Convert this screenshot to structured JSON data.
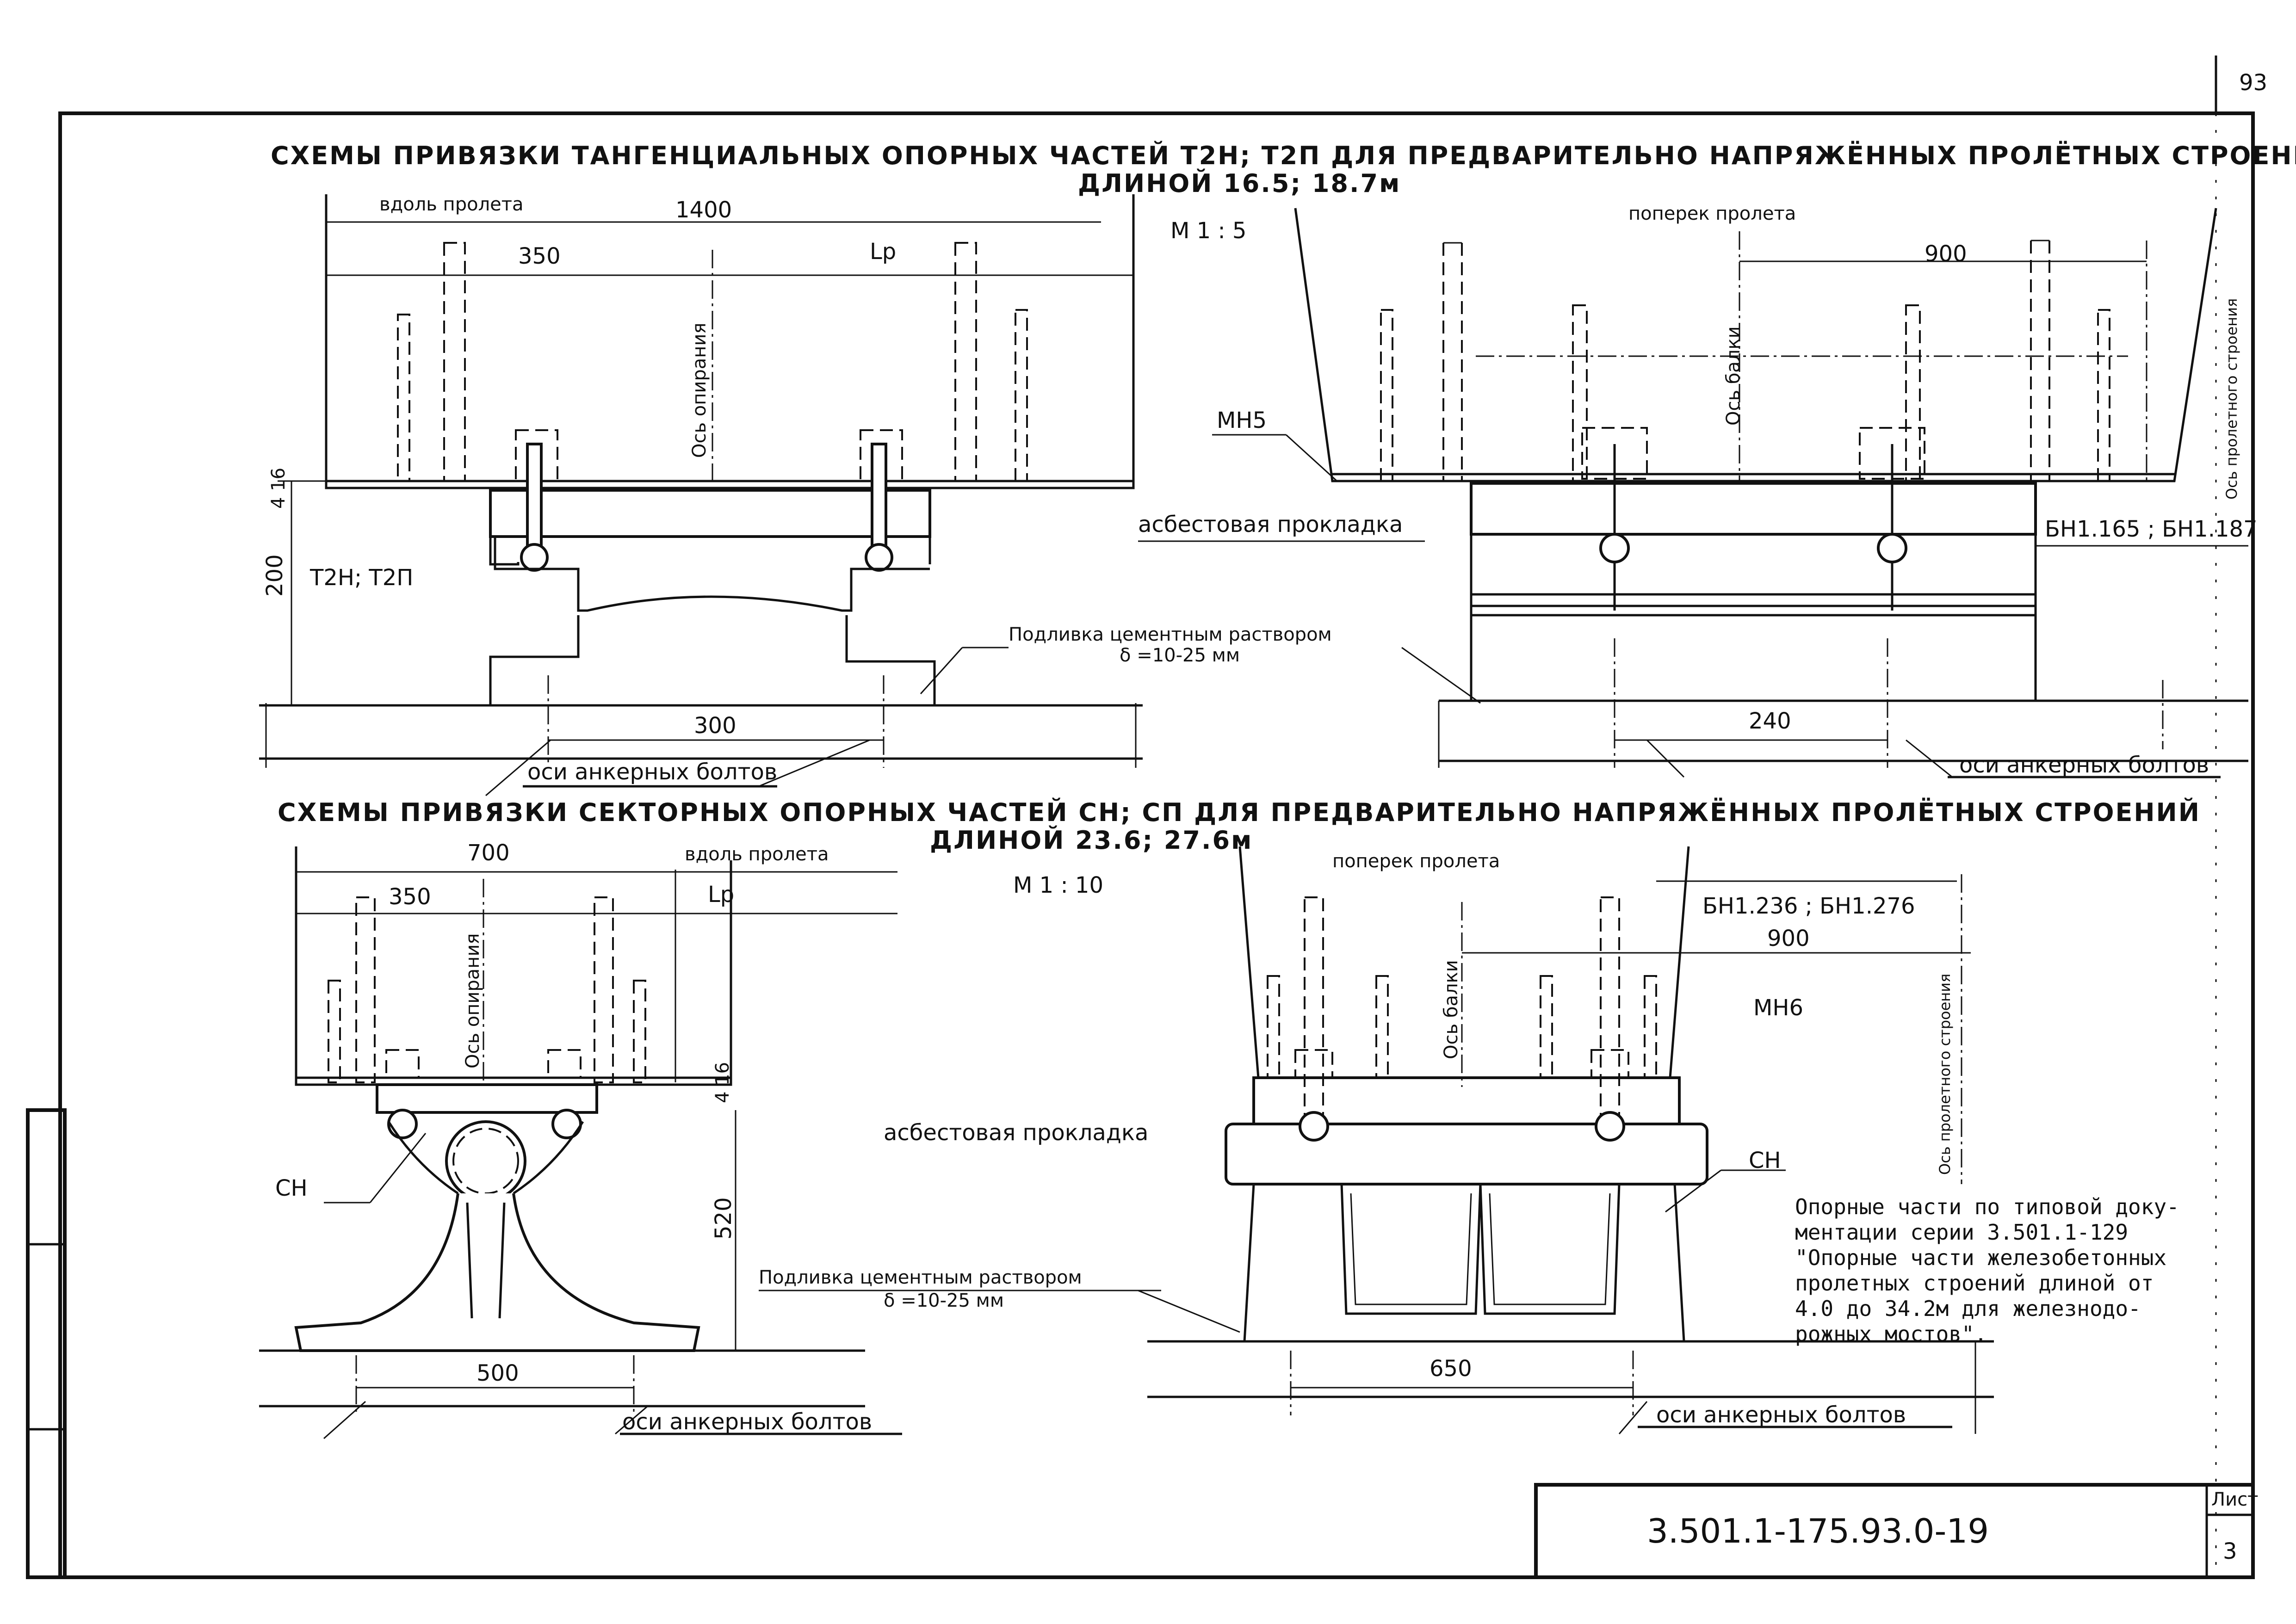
{
  "page_number": "93",
  "section1": {
    "title_line1": "СХЕМЫ ПРИВЯЗКИ ТАНГЕНЦИАЛЬНЫХ ОПОРНЫХ ЧАСТЕЙ Т2Н; Т2П ДЛЯ ПРЕДВАРИТЕЛЬНО НАПРЯЖЁННЫХ ПРОЛЁТНЫХ СТРОЕНИЙ",
    "title_line2": "ДЛИНОЙ 16.5; 18.7м",
    "scale": "М 1 : 5",
    "left": {
      "along_span": "вдоль пролета",
      "dim_1400": "1400",
      "dim_350": "350",
      "lp": "Lp",
      "support_axis": "Ось опирания",
      "dim_4_16": "4 16",
      "dim_200": "200",
      "bearing_type": "Т2Н; Т2П",
      "dim_300": "300",
      "anchor_axes": "оси анкерных болтов"
    },
    "center": {
      "asbestos": "асбестовая прокладка",
      "grout_line1": "Подливка цементным раствором",
      "grout_line2": "δ =10-25 мм",
      "mh": "МН5"
    },
    "right": {
      "across_span": "поперек пролета",
      "dim_900": "900",
      "beam_axis": "Ось балки",
      "span_axis": "Ось пролетного строения",
      "beam_marks": "БН1.165 ; БН1.187",
      "dim_240": "240",
      "anchor_axes": "оси анкерных болтов"
    }
  },
  "section2": {
    "title_line1": "СХЕМЫ ПРИВЯЗКИ СЕКТОРНЫХ ОПОРНЫХ ЧАСТЕЙ СН; СП ДЛЯ ПРЕДВАРИТЕЛЬНО НАПРЯЖЁННЫХ ПРОЛЁТНЫХ СТРОЕНИЙ",
    "title_line2": "ДЛИНОЙ 23.6; 27.6м",
    "scale": "М 1 : 10",
    "left": {
      "dim_700": "700",
      "along_span": "вдоль пролета",
      "dim_350": "350",
      "lp": "Lp",
      "support_axis": "Ось опирания",
      "dim_4_16": "4 16",
      "dim_520": "520",
      "bearing": "СН",
      "dim_500": "500",
      "anchor_axes": "оси анкерных болтов"
    },
    "center": {
      "asbestos": "асбестовая прокладка",
      "grout_line1": "Подливка цементным раствором",
      "grout_line2": "δ =10-25 мм"
    },
    "right": {
      "across_span": "поперек пролета",
      "beam_marks": "БН1.236 ; БН1.276",
      "dim_900": "900",
      "beam_axis": "Ось балки",
      "span_axis": "Ось пролетного строения",
      "mh": "МН6",
      "bearing": "СН",
      "dim_650": "650",
      "anchor_axes": "оси анкерных болтов"
    }
  },
  "note": [
    "Опорные части по типовой доку-",
    "ментации серии 3.501.1-129",
    "\"Опорные части железобетонных",
    "пролетных строений длиной от",
    "4.0 до 34.2м для железнодо-",
    "рожных мостов\"."
  ],
  "title_block": {
    "doc_code": "3.501.1-175.93.0-19",
    "sheet_label": "Лист",
    "sheet_number": "3"
  }
}
